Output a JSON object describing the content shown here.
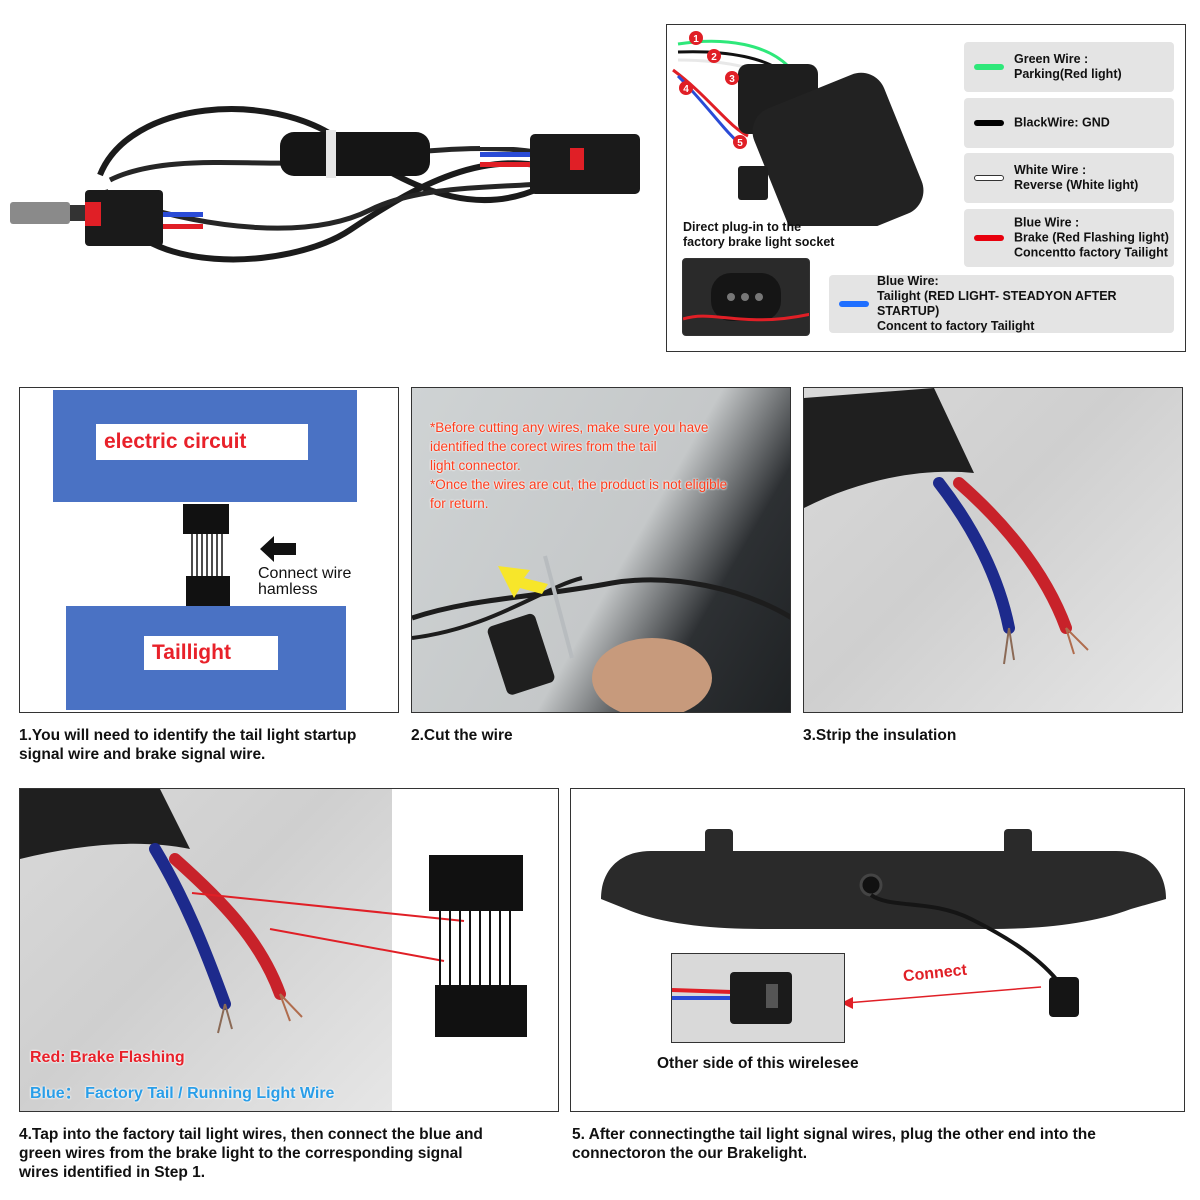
{
  "harness_panel": {
    "numbers": [
      "1",
      "2",
      "3",
      "4",
      "5"
    ],
    "plugin_text": [
      "Direct plug-in to the",
      "factory brake light socket"
    ],
    "legend": [
      {
        "color": "#2ee87a",
        "lines": [
          "Green Wire :",
          "Parking(Red light)"
        ]
      },
      {
        "color": "#000000",
        "lines": [
          "BlackWire: GND"
        ]
      },
      {
        "color": "#ffffff",
        "lines": [
          "White Wire :",
          "Reverse (White light)"
        ]
      },
      {
        "color": "#e8000d",
        "lines": [
          "Blue Wire :",
          "Brake (Red Flashing light)",
          "Concentto factory Tailight"
        ]
      },
      {
        "color": "#1f6fff",
        "lines": [
          "Blue Wire:",
          "Tailight (RED LIGHT- STEADYON AFTER STARTUP)",
          "Concent to factory Tailight"
        ]
      }
    ]
  },
  "step1": {
    "circuit_label": "electric circuit",
    "connect_label": [
      "Connect wire",
      "hamless"
    ],
    "taillight_label": "Taillight",
    "caption": [
      "1.You will need to identify the tail light startup",
      "signal wire and brake signal wire."
    ]
  },
  "step2": {
    "warning": [
      "*Before cutting any wires, make sure you have",
      "identified the corect wires from the tail",
      "light connector.",
      "*Once the wires are cut, the product is not eligible",
      "for return."
    ],
    "caption": "2.Cut the wire"
  },
  "step3": {
    "caption": "3.Strip the insulation"
  },
  "step4": {
    "red_label": "Red: Brake Flashing",
    "blue_label": "Blue：  Factory Tail / Running Light Wire",
    "caption": [
      "4.Tap into the factory tail light wires, then connect the blue and",
      "green wires from the brake light to the corresponding signal",
      "wires identified in Step 1."
    ]
  },
  "step5": {
    "connect_label": "Connect",
    "other_side": "Other side of this wirelesee",
    "caption": [
      "5. After connectingthe tail light signal wires, plug the other end into the",
      "connectoron the our Brakelight."
    ]
  }
}
